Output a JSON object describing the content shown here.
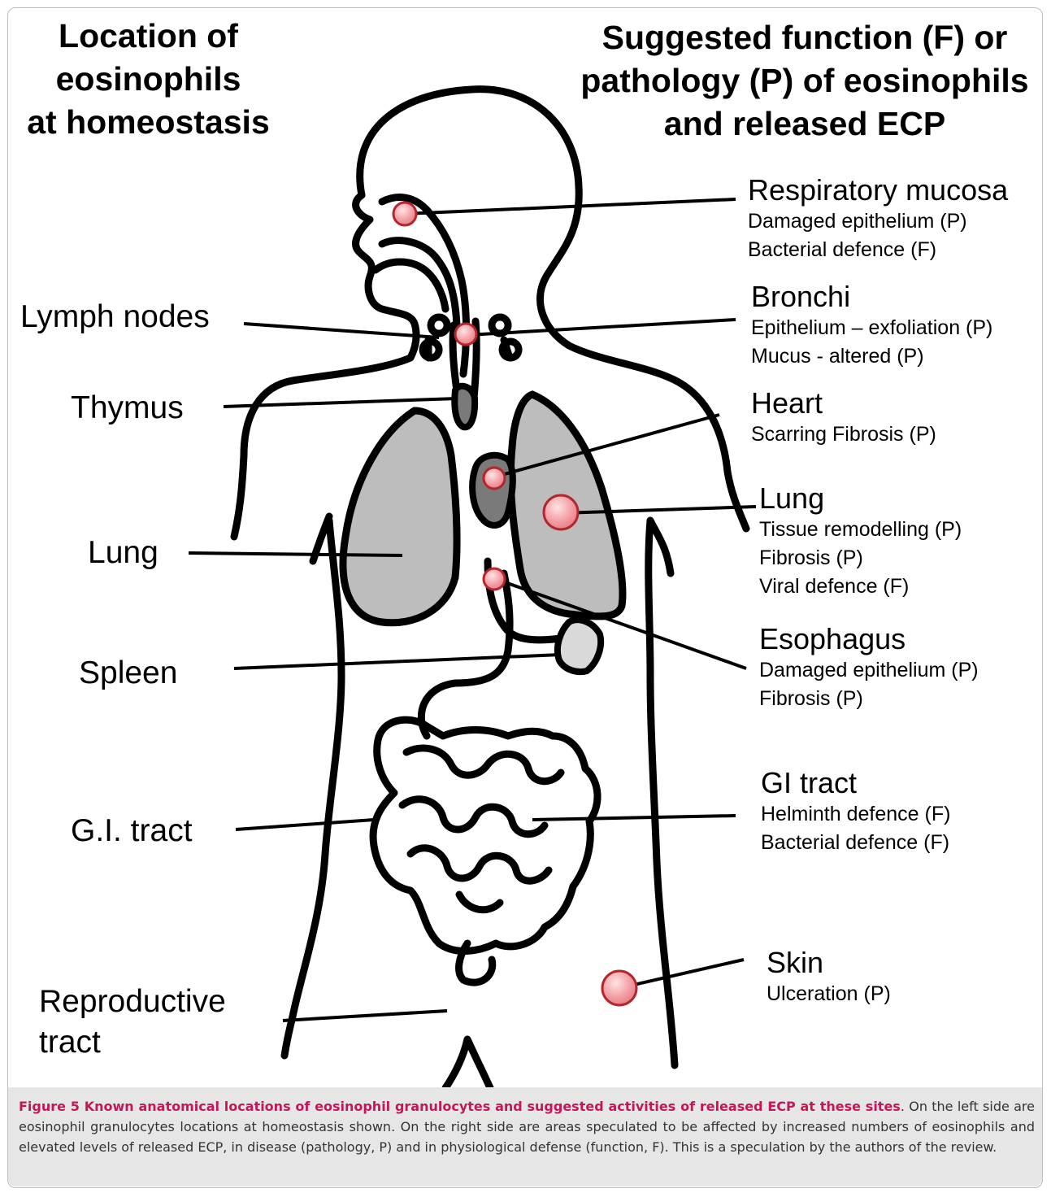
{
  "left_heading": [
    "Location of",
    "eosinophils",
    "at homeostasis"
  ],
  "right_heading": [
    "Suggested function (F) or",
    "pathology (P) of eosinophils",
    "and released ECP"
  ],
  "left_labels": [
    "Lymph nodes",
    "Thymus",
    "Lung",
    "Spleen",
    "G.I. tract",
    "Reproductive",
    "tract"
  ],
  "right_sites": [
    {
      "title": "Respiratory mucosa",
      "details": [
        "Damaged epithelium (P)",
        "Bacterial defence (F)"
      ]
    },
    {
      "title": "Bronchi",
      "details": [
        "Epithelium – exfoliation (P)",
        "Mucus - altered (P)"
      ]
    },
    {
      "title": "Heart",
      "details": [
        "Scarring Fibrosis (P)"
      ]
    },
    {
      "title": "Lung",
      "details": [
        "Tissue remodelling (P)",
        "Fibrosis (P)",
        "Viral defence (F)"
      ]
    },
    {
      "title": "Esophagus",
      "details": [
        "Damaged epithelium (P)",
        "Fibrosis (P)"
      ]
    },
    {
      "title": "GI tract",
      "details": [
        "Helminth defence (F)",
        "Bacterial defence (F)"
      ]
    },
    {
      "title": "Skin",
      "details": [
        "Ulceration (P)"
      ]
    }
  ],
  "caption": {
    "bold": "Figure 5 Known anatomical locations of eosinophil granulocytes and suggested activities of released ECP at these sites",
    "text": ". On the left side are eosinophil granulocytes locations at homeostasis shown. On the right side are areas speculated to be affected by increased numbers of eosinophils and elevated levels of released ECP, in disease (pathology, P) and in physiological defense (function, F). This is a speculation by the authors of the review."
  },
  "colors": {
    "organ_fill": "#bdbdbd",
    "heart_fill": "#7a7a7a",
    "spleen_fill": "#d9d9d9",
    "marker_fill": "#f4a3a8",
    "caption_bold": "#c2185b"
  }
}
